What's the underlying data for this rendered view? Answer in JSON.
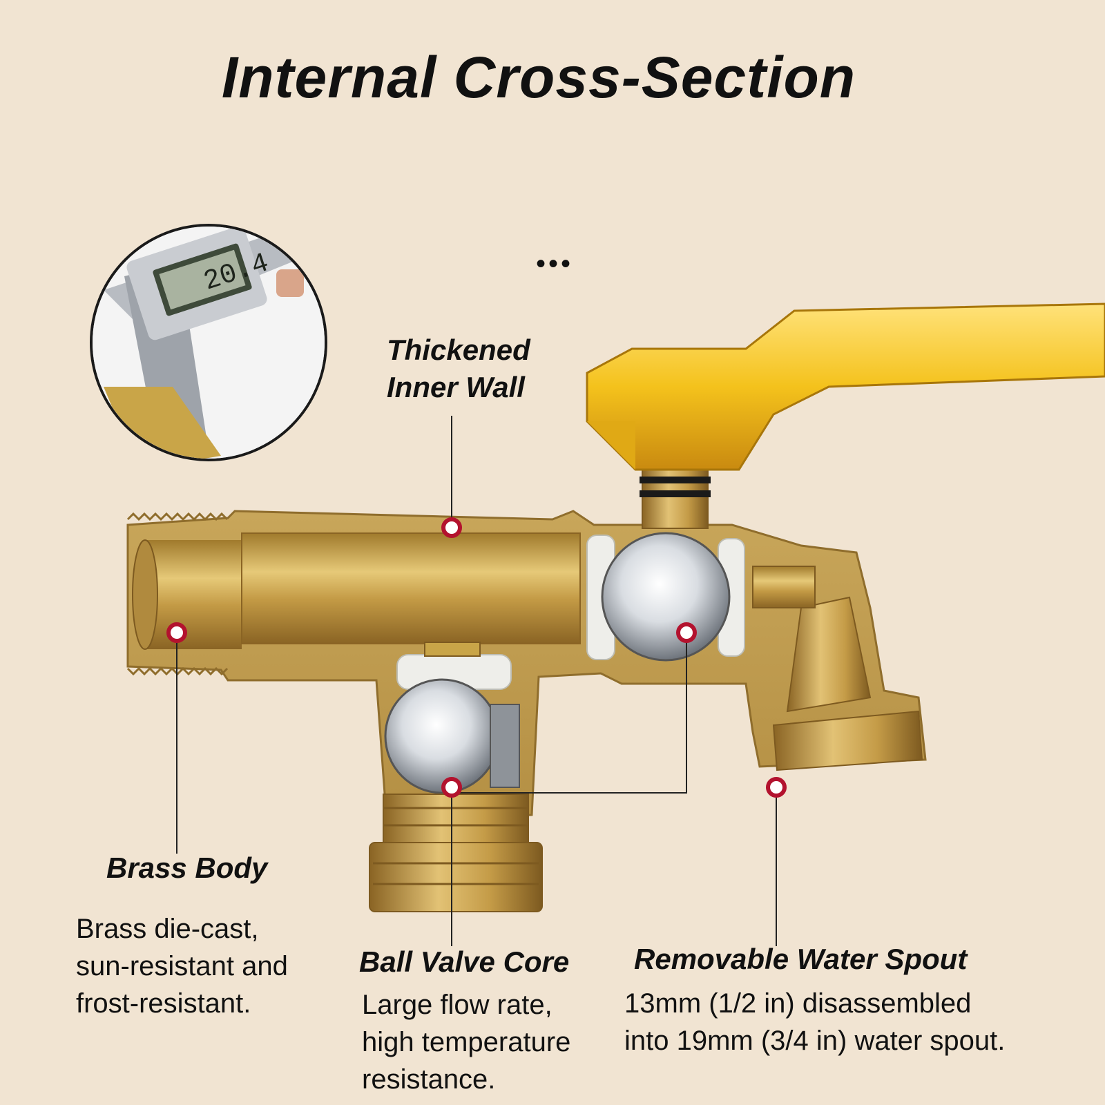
{
  "title": "Internal Cross-Section",
  "more_indicator": "•••",
  "inset": {
    "caliper_reading": "20.4"
  },
  "callouts": {
    "thickened_wall": {
      "title_lines": [
        "Thickened",
        "Inner Wall"
      ]
    },
    "brass_body": {
      "title": "Brass Body",
      "desc_lines": [
        "Brass die-cast,",
        "sun-resistant and",
        "frost-resistant."
      ]
    },
    "ball_valve": {
      "title": "Ball Valve Core",
      "desc_lines": [
        "Large flow rate,",
        "high temperature",
        "resistance."
      ]
    },
    "spout": {
      "title": "Removable Water Spout",
      "desc_lines": [
        "13mm (1/2 in) disassembled",
        "into 19mm (3/4 in) water spout."
      ]
    }
  },
  "colors": {
    "background": "#f1e4d2",
    "brass": "#c9a548",
    "handle": "#f2c21a",
    "marker": "#b3122e",
    "leader": "#222222"
  }
}
